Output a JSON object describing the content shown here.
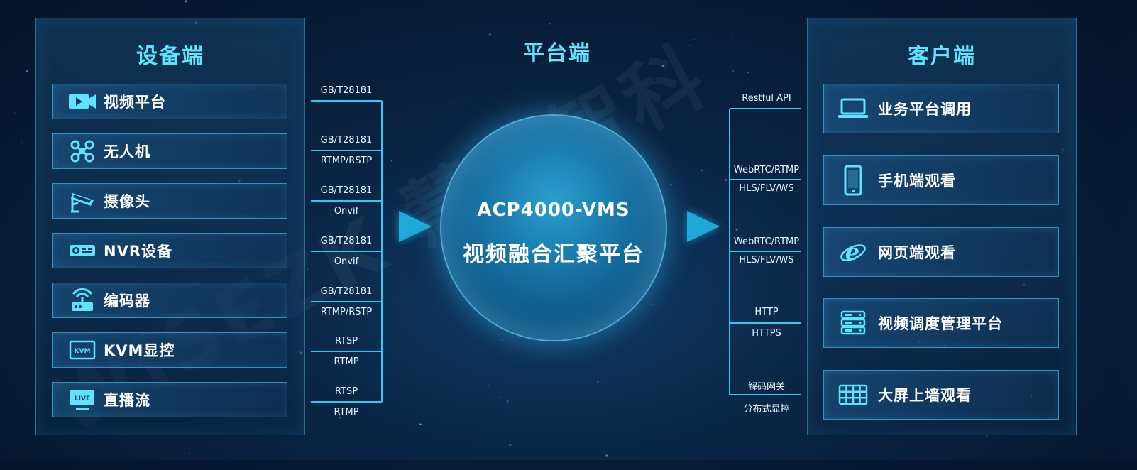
{
  "device_side": {
    "title": "设备端",
    "items": [
      {
        "label": "视频平台",
        "icon": "video-camera-icon"
      },
      {
        "label": "无人机",
        "icon": "drone-icon"
      },
      {
        "label": "摄像头",
        "icon": "cctv-camera-icon"
      },
      {
        "label": "NVR设备",
        "icon": "nvr-device-icon"
      },
      {
        "label": "编码器",
        "icon": "router-icon"
      },
      {
        "label": "KVM显控",
        "icon": "kvm-icon"
      },
      {
        "label": "直播流",
        "icon": "live-icon"
      }
    ]
  },
  "platform_side": {
    "title": "平台端",
    "core_name": "ACP4000-VMS",
    "core_desc": "视频融合汇聚平台"
  },
  "client_side": {
    "title": "客户端",
    "items": [
      {
        "label": "业务平台调用",
        "icon": "laptop-icon"
      },
      {
        "label": "手机端观看",
        "icon": "mobile-phone-icon"
      },
      {
        "label": "网页端观看",
        "icon": "browser-e-icon"
      },
      {
        "label": "视频调度管理平台",
        "icon": "server-stack-icon"
      },
      {
        "label": "大屏上墙观看",
        "icon": "video-wall-icon"
      }
    ]
  },
  "input_protocols": [
    {
      "top": "GB/T28181",
      "bottom": ""
    },
    {
      "top": "GB/T28181",
      "bottom": "RTMP/RSTP"
    },
    {
      "top": "GB/T28181",
      "bottom": "Onvif"
    },
    {
      "top": "GB/T28181",
      "bottom": "Onvif"
    },
    {
      "top": "GB/T28181",
      "bottom": "RTMP/RSTP"
    },
    {
      "top": "RTSP",
      "bottom": "RTMP"
    },
    {
      "top": "RTSP",
      "bottom": "RTMP"
    }
  ],
  "output_protocols": [
    {
      "top": "Restful API",
      "bottom": ""
    },
    {
      "top": "WebRTC/RTMP",
      "bottom": "HLS/FLV/WS"
    },
    {
      "top": "WebRTC/RTMP",
      "bottom": "HLS/FLV/WS"
    },
    {
      "top": "HTTP",
      "bottom": "HTTPS"
    },
    {
      "top": "解码网关",
      "bottom": "分布式显控"
    }
  ],
  "watermark": "WISEZK 慧点智科",
  "colors": {
    "accent": "#5fe3ff",
    "line": "#36c8f0",
    "arrow": "#1fa9d6",
    "icon": "#5fe3ff"
  }
}
